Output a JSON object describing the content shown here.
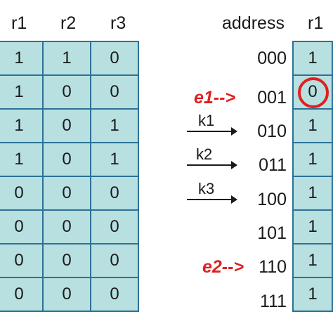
{
  "left_table": {
    "headers": [
      "r1",
      "r2",
      "r3"
    ],
    "rows": [
      [
        "1",
        "1",
        "0"
      ],
      [
        "1",
        "0",
        "0"
      ],
      [
        "1",
        "0",
        "1"
      ],
      [
        "1",
        "0",
        "1"
      ],
      [
        "0",
        "0",
        "0"
      ],
      [
        "0",
        "0",
        "0"
      ],
      [
        "0",
        "0",
        "0"
      ],
      [
        "0",
        "0",
        "0"
      ]
    ]
  },
  "right_table": {
    "address_header": "address",
    "r1_header": "r1",
    "addresses": [
      "000",
      "001",
      "010",
      "011",
      "100",
      "101",
      "110",
      "111"
    ],
    "values": [
      "1",
      "0",
      "1",
      "1",
      "1",
      "1",
      "1",
      "1"
    ]
  },
  "labels": {
    "e1": "e1-->",
    "e2": "e2-->",
    "k1": "k1",
    "k2": "k2",
    "k3": "k3"
  },
  "colors": {
    "cell_fill": "#b8e0e0",
    "cell_border": "#2c7196",
    "error_red": "#e02020"
  }
}
